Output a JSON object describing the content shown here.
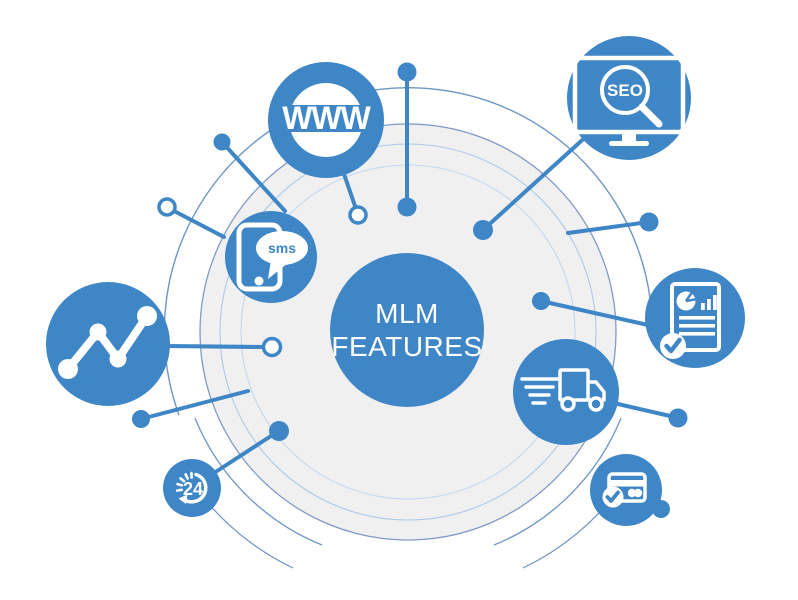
{
  "title": "MLM Features",
  "center": {
    "line1": "MLM",
    "line2": "FEATURES"
  },
  "colors": {
    "primary_blue": "#3e86c6",
    "disc_gray": "#f0f0f1",
    "arc_light": "#abc9e7",
    "arc_medium": "#6d95c6",
    "white": "#ffffff"
  },
  "icons": {
    "www": {
      "name": "website-globe-icon",
      "label": "WWW"
    },
    "seo": {
      "name": "seo-search-monitor-icon",
      "label": "SEO"
    },
    "sms": {
      "name": "sms-mobile-icon",
      "label": "sms"
    },
    "analytics": {
      "name": "analytics-trend-icon"
    },
    "report": {
      "name": "report-document-icon"
    },
    "truck": {
      "name": "delivery-truck-icon"
    },
    "card": {
      "name": "payment-card-icon"
    },
    "hours24": {
      "name": "24-hours-icon",
      "label": "24"
    }
  }
}
